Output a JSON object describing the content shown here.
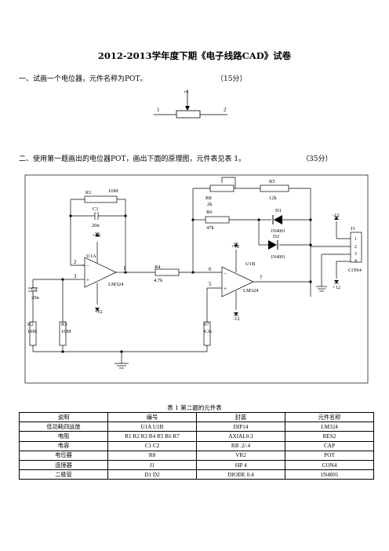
{
  "title": "2012-2013学年度下期《电子线路CAD》试卷",
  "q1": {
    "text": "一、试画一个电位器，元件名称为POT。",
    "points": "（15分）"
  },
  "pot": {
    "pin1": "1",
    "pin2": "2",
    "pin3": "3"
  },
  "q2": {
    "text": "二、使用第一题画出的电位器POT，画出下面的原理图，元件表见表 1。",
    "points": "（35分）"
  },
  "schematic": {
    "R1": "R1",
    "R1_val": "16M",
    "C1": "C1",
    "C1_val": "20n",
    "plus12_a": "+12",
    "minus12_a": "-12",
    "U1A": "U1A",
    "LM324_a": "LM324",
    "pin2": "2",
    "pin3": "3",
    "pin1": "1",
    "C2": "C2",
    "C2_val": "20n",
    "R2": "R2",
    "R2_val": "16M",
    "R3": "R3",
    "R3_val": "16M",
    "R4": "R4",
    "R4_val": "4.7k",
    "R8": "R8",
    "R8_val": "2k",
    "R5": "R5",
    "R5_val": "12k",
    "R6": "R6",
    "R6_val": "47k",
    "D1": "D1",
    "D1_val": "1N4001",
    "D2": "D2",
    "D2_val": "1N4001",
    "plus12_b": "+12",
    "minus12_b": "-12",
    "U1B": "U1B",
    "LM324_b": "LM324",
    "pin6": "6",
    "pin5": "5",
    "pin7": "7",
    "R7": "R7",
    "R7_val": "4.3k",
    "J1": "J1",
    "J1_pins": [
      "1",
      "2",
      "3",
      "4"
    ],
    "CON4": "CON4",
    "minus12_j": "-12",
    "plus12_j": "+12"
  },
  "table": {
    "caption": "表 1  第二题的元件表",
    "headers": [
      "说明",
      "编号",
      "封装",
      "元件名称"
    ],
    "rows": [
      [
        "低功耗四运放",
        "U1A  U1B",
        "DIP14",
        "LM324"
      ],
      [
        "电阻",
        "R1 R2 R3 R4 R5 R6 R7",
        "AXIAL0.3",
        "RES2"
      ],
      [
        "电容",
        "C1  C2",
        "RB .2/.4",
        "CAP"
      ],
      [
        "电位器",
        "R8",
        "VR2",
        "POT"
      ],
      [
        "连接器",
        "J1",
        "SIP 4",
        "CON4"
      ],
      [
        "二极管",
        "D1  D2",
        "DIODE 0.4",
        "1N4001"
      ]
    ]
  }
}
